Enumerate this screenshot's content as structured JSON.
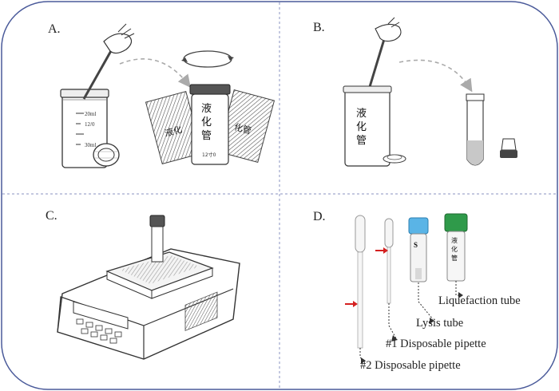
{
  "panels": {
    "a": {
      "label": "A."
    },
    "b": {
      "label": "B."
    },
    "c": {
      "label": "C."
    },
    "d": {
      "label": "D."
    }
  },
  "jar_a": {
    "marks": [
      "20ml",
      "12/0",
      "30ml"
    ]
  },
  "tube_label": {
    "line1": "液",
    "line2": "化",
    "line3": "管",
    "line4": "12寸0",
    "tag": "S"
  },
  "sachet_text": {
    "left": "液化",
    "right": "化管"
  },
  "callouts": {
    "liquefaction_tube": "Liquefaction tube",
    "lysis_tube": "Lysis tube",
    "pipette_1": "#1 Disposable pipette",
    "pipette_2": "#2 Disposable pipette"
  },
  "colors": {
    "border": "#4a5a9a",
    "divider": "#8a93c0",
    "arrow_red": "#d42020",
    "lysis_cap": "#5ab4e6",
    "liquefaction_cap": "#2f9a4a"
  }
}
